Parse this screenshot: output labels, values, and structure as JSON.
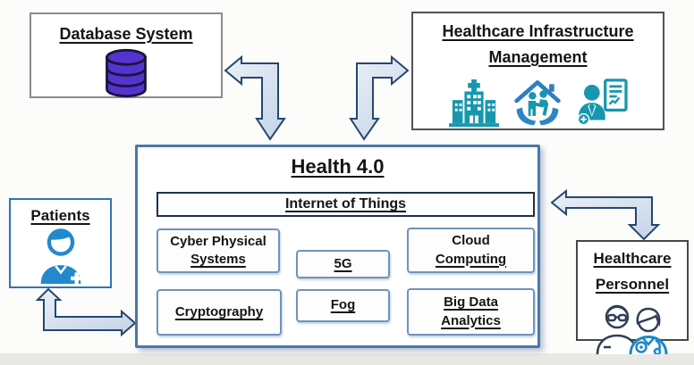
{
  "nodes": {
    "database": {
      "label": "Database System"
    },
    "infrastructure": {
      "line1": "Healthcare Infrastructure",
      "line2": "Management"
    },
    "patients": {
      "label": "Patients"
    },
    "personnel": {
      "line1": "Healthcare",
      "line2": "Personnel"
    },
    "health": {
      "title": "Health 4.0",
      "iot": "Internet of Things",
      "components": [
        {
          "id": "cyber-physical-systems",
          "line1": "Cyber Physical",
          "line2": "Systems"
        },
        {
          "id": "5g",
          "line1": "5G",
          "line2": ""
        },
        {
          "id": "cloud-computing",
          "line1": "Cloud",
          "line2": "Computing"
        },
        {
          "id": "cryptography",
          "line1": "Cryptography",
          "line2": ""
        },
        {
          "id": "fog",
          "line1": "Fog",
          "line2": ""
        },
        {
          "id": "big-data-analytics",
          "line1": "Big Data",
          "line2": "Analytics"
        }
      ]
    }
  },
  "icons": {
    "database": "database-cylinder-icon",
    "infrastructure": [
      "hospital-building-icon",
      "home-care-hands-icon",
      "health-records-person-icon"
    ],
    "patients": "patient-person-icon",
    "personnel": "doctor-nurse-icon"
  },
  "connectors": [
    {
      "name": "database-health",
      "type": "double-headed-bent-arrow"
    },
    {
      "name": "health-infrastructure",
      "type": "double-headed-bent-arrow"
    },
    {
      "name": "patients-health",
      "type": "double-headed-bent-arrow"
    },
    {
      "name": "health-personnel",
      "type": "double-headed-bent-arrow"
    }
  ],
  "colors": {
    "database_icon": "#5633d1",
    "teal_icon": "#1797ad",
    "patient_blue": "#2389cd",
    "nurse_blue": "#1b87c7",
    "arrow_fill": "#d9e3f0",
    "arrow_stroke": "#26466e",
    "health_border": "#4878ab",
    "text": "#151515"
  }
}
